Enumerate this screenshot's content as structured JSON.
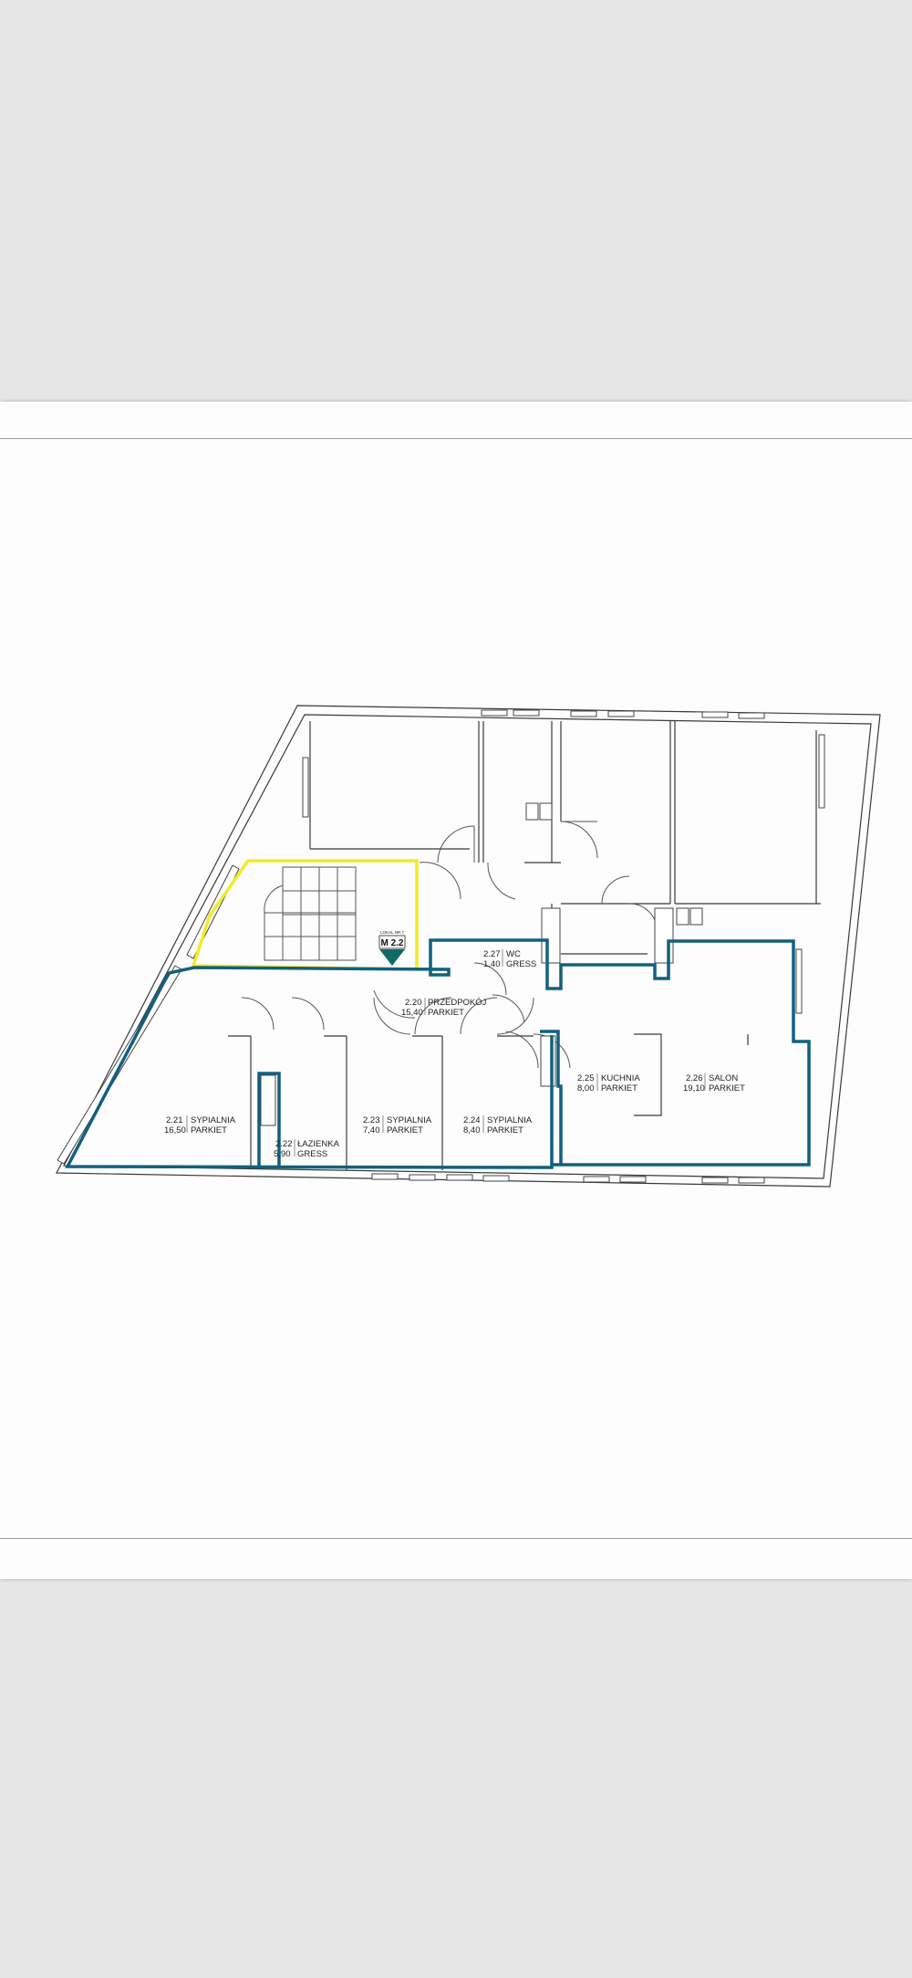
{
  "colors": {
    "background": "#e6e6e6",
    "page": "#fdfdfd",
    "apartment_outline": "#12607e",
    "stairwell_outline": "#f2ea2a",
    "walls": "#3a3a3a",
    "badge_marker": "#0f6a66"
  },
  "badge": {
    "caption": "LOKAL NR.7",
    "code": "M 2.2"
  },
  "rooms": [
    {
      "number": "2.20",
      "name": "PRZEDPOKÓJ",
      "area": "15,40",
      "floor": "PARKIET"
    },
    {
      "number": "2.21",
      "name": "SYPIALNIA",
      "area": "16,50",
      "floor": "PARKIET"
    },
    {
      "number": "2.22",
      "name": "ŁAZIENKA",
      "area": "5,90",
      "floor": "GRESS"
    },
    {
      "number": "2.23",
      "name": "SYPIALNIA",
      "area": "7,40",
      "floor": "PARKIET"
    },
    {
      "number": "2.24",
      "name": "SYPIALNIA",
      "area": "8,40",
      "floor": "PARKIET"
    },
    {
      "number": "2.25",
      "name": "KUCHNIA",
      "area": "8,00",
      "floor": "PARKIET"
    },
    {
      "number": "2.26",
      "name": "SALON",
      "area": "19,10",
      "floor": "PARKIET"
    },
    {
      "number": "2.27",
      "name": "WC",
      "area": "1,40",
      "floor": "GRESS"
    }
  ]
}
